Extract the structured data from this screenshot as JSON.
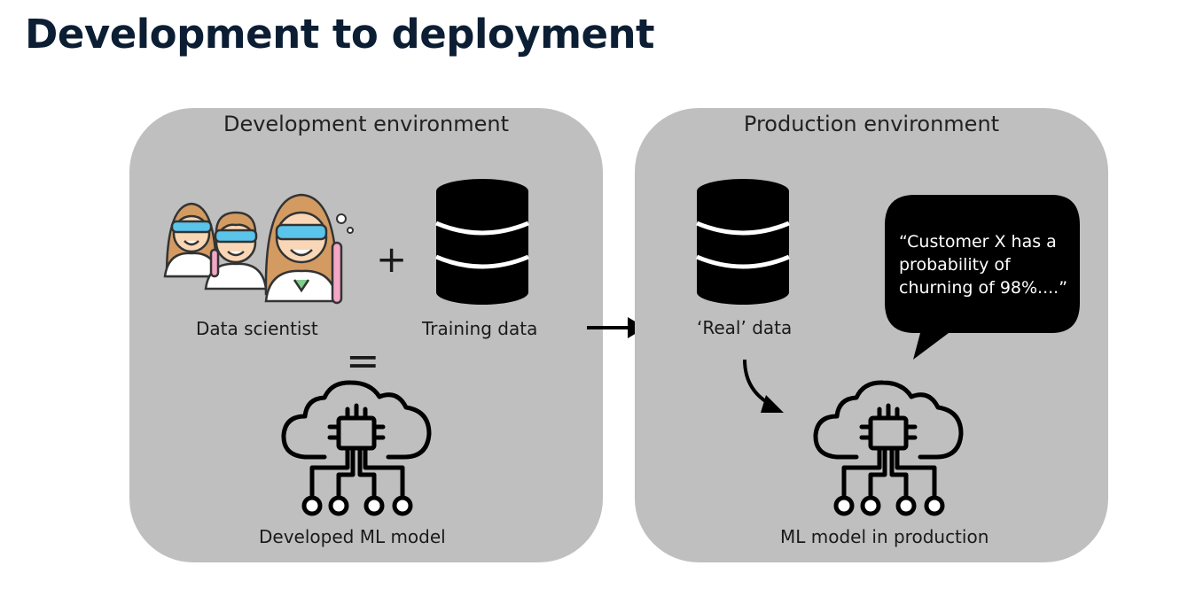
{
  "title": "Development to deployment",
  "development": {
    "title": "Development environment",
    "data_scientist_label": "Data scientist",
    "plus_symbol": "+",
    "training_data_label": "Training data",
    "equals_symbol": "=",
    "model_label": "Developed ML model"
  },
  "production": {
    "title": "Production environment",
    "real_data_label": "‘Real’ data",
    "model_label": "ML model in production",
    "speech_text": "“Customer X has a probability of churning of 98%....”"
  },
  "icons": [
    "scientists-icon",
    "database-icon",
    "ml-model-cloud-chip-icon",
    "arrow-right-icon",
    "curved-arrow-icon",
    "speech-bubble-icon"
  ],
  "colors": {
    "title": "#0b1e33",
    "panel_bg": "#bfbfbf",
    "icon": "#000000",
    "goggles": "#5bc4ea",
    "hair": "#d39b62",
    "skin": "#f9d7b6",
    "tube": "#f4a6c6"
  }
}
